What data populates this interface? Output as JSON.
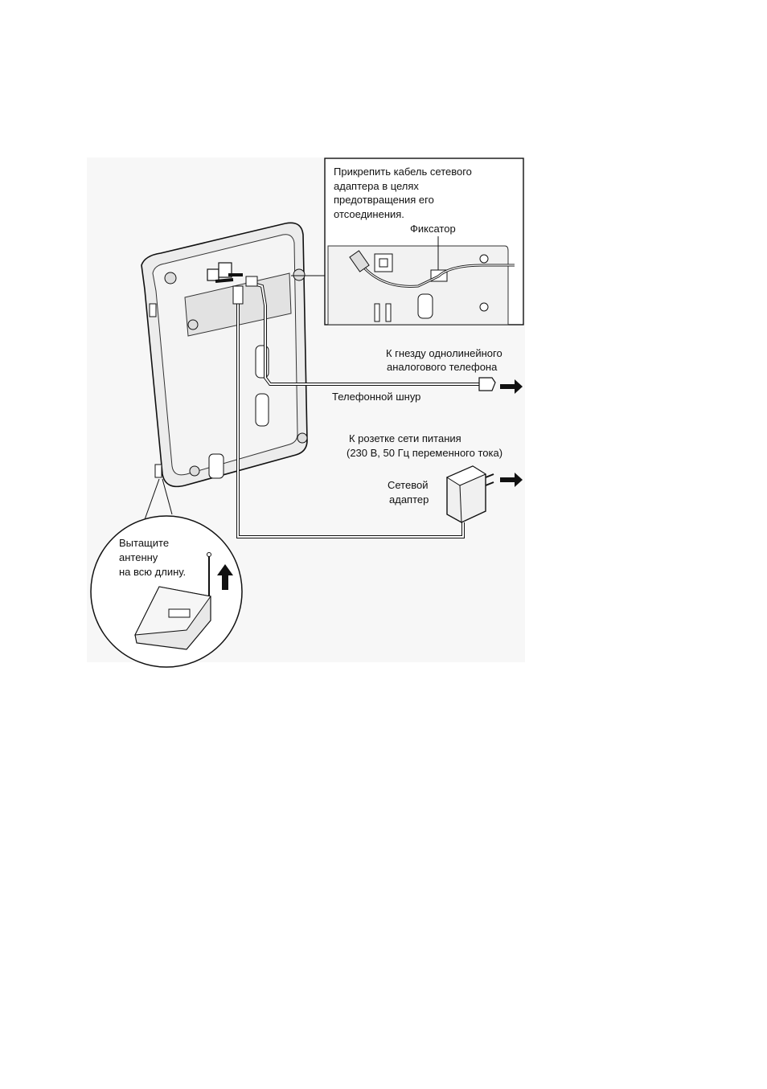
{
  "diagram": {
    "callout_box": {
      "line1": "Прикрепить кабель сетевого",
      "line2": "адаптера в целях",
      "line3": "предотвращения его",
      "line4": "отсоединения.",
      "retainer_label": "Фиксатор"
    },
    "phone_jack": {
      "line1": "К гнезду однолинейного",
      "line2": "аналогового телефона"
    },
    "phone_cord_label": "Телефонной шнур",
    "power_outlet": {
      "line1": "К розетке сети питания",
      "line2": "(230 В, 50 Гц переменного тока)"
    },
    "adapter": {
      "line1": "Сетевой",
      "line2": "адаптер"
    },
    "antenna": {
      "line1": "Вытащите",
      "line2": "антенну",
      "line3": "на всю длину."
    },
    "colors": {
      "line": "#111111",
      "panel_fill": "#f2f2f2",
      "device_fill": "#ececec",
      "background": "#ffffff"
    },
    "icons": [
      "base-unit",
      "ac-adapter",
      "phone-plug",
      "arrow-right",
      "arrow-up",
      "antenna-inset"
    ]
  }
}
